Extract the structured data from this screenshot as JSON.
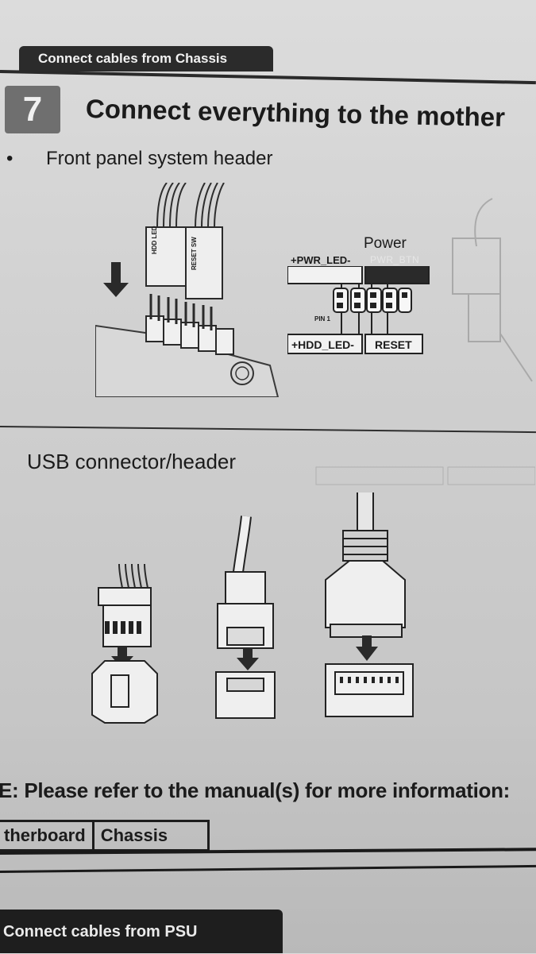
{
  "section_tab": "Connect cables from Chassis",
  "step": {
    "number": "7",
    "title": "Connect everything to the mother"
  },
  "front_panel": {
    "bullet": "•",
    "heading": "Front panel system header",
    "connector_labels": [
      "HDD LED",
      "RESET SW"
    ],
    "pin_diagram": {
      "power_label": "Power",
      "top_left": "+PWR_LED-",
      "top_right": "PWR_BTN",
      "bottom_left": "+HDD_LED-",
      "bottom_right": "RESET",
      "pin1_label": "PIN 1"
    }
  },
  "usb": {
    "heading": "USB connector/header"
  },
  "note": {
    "text": "E: Please refer to the manual(s) for more information:",
    "refs": [
      "therboard",
      "Chassis"
    ]
  },
  "bottom_tab": "Connect cables from PSU",
  "icons": [
    "down-arrow-icon",
    "header-connector-icon",
    "usb2-connector-icon",
    "usb-a-connector-icon",
    "usb3-connector-icon"
  ],
  "colors": {
    "ink": "#1b1b1b",
    "tab_bg": "#2b2b2b",
    "paper": "#d3d3d3"
  }
}
